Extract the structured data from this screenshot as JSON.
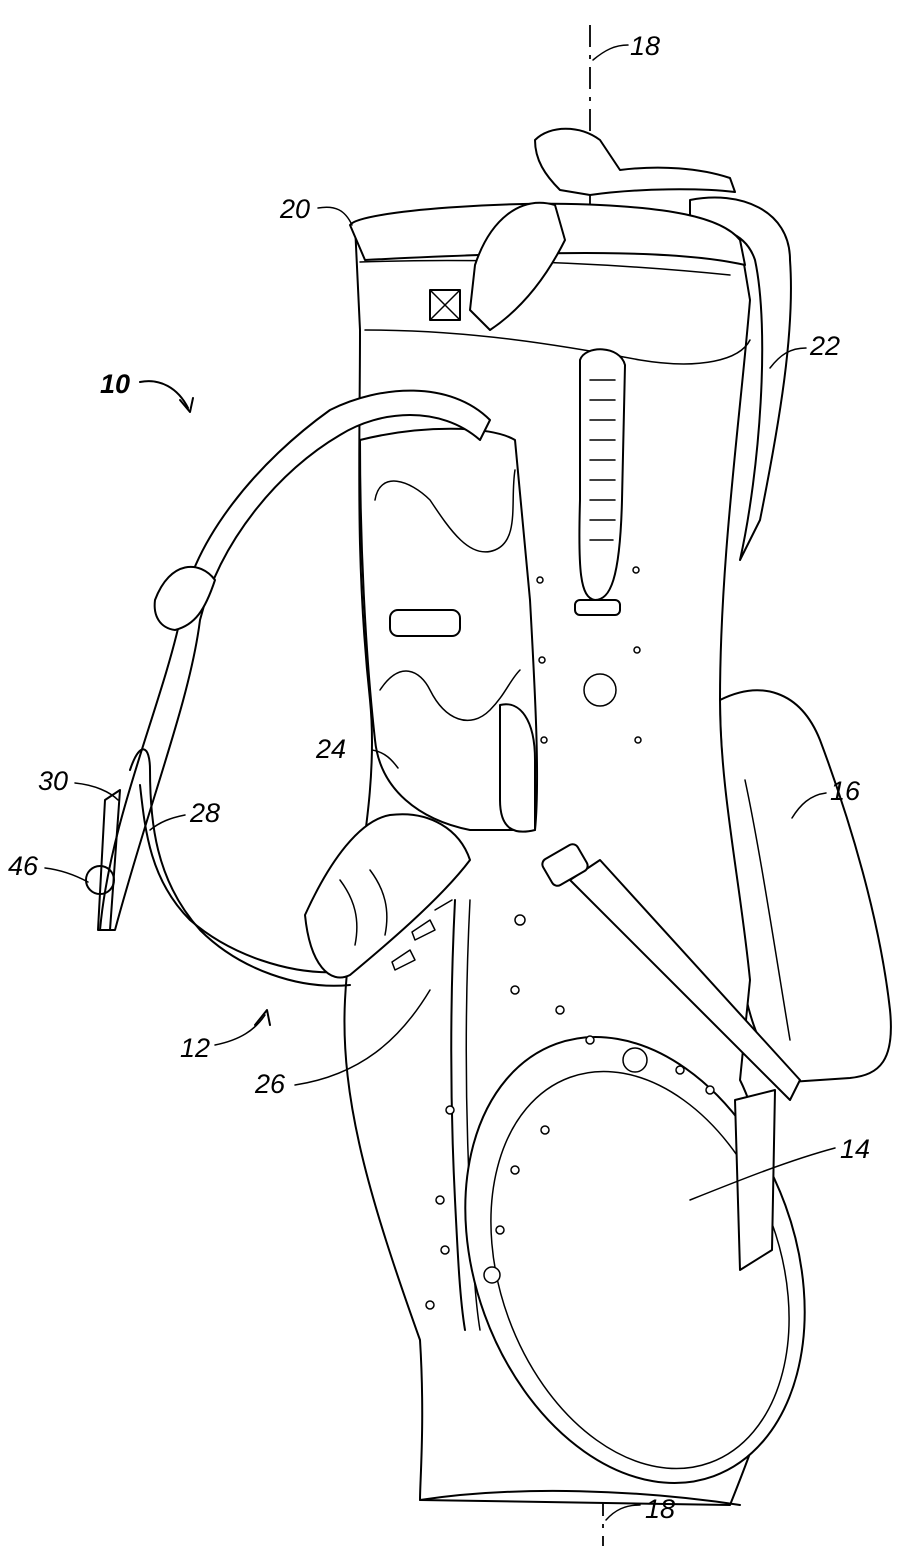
{
  "figure": {
    "labels": {
      "axis_top": "18",
      "axis_bottom": "18",
      "bag": "10",
      "top_rim": "20",
      "strap_right": "22",
      "pocket_mid": "24",
      "leg": "16",
      "strap_left": "30",
      "strap_loop": "28",
      "ring": "46",
      "stand": "12",
      "zipper": "26",
      "pocket_bottom": "14"
    }
  }
}
